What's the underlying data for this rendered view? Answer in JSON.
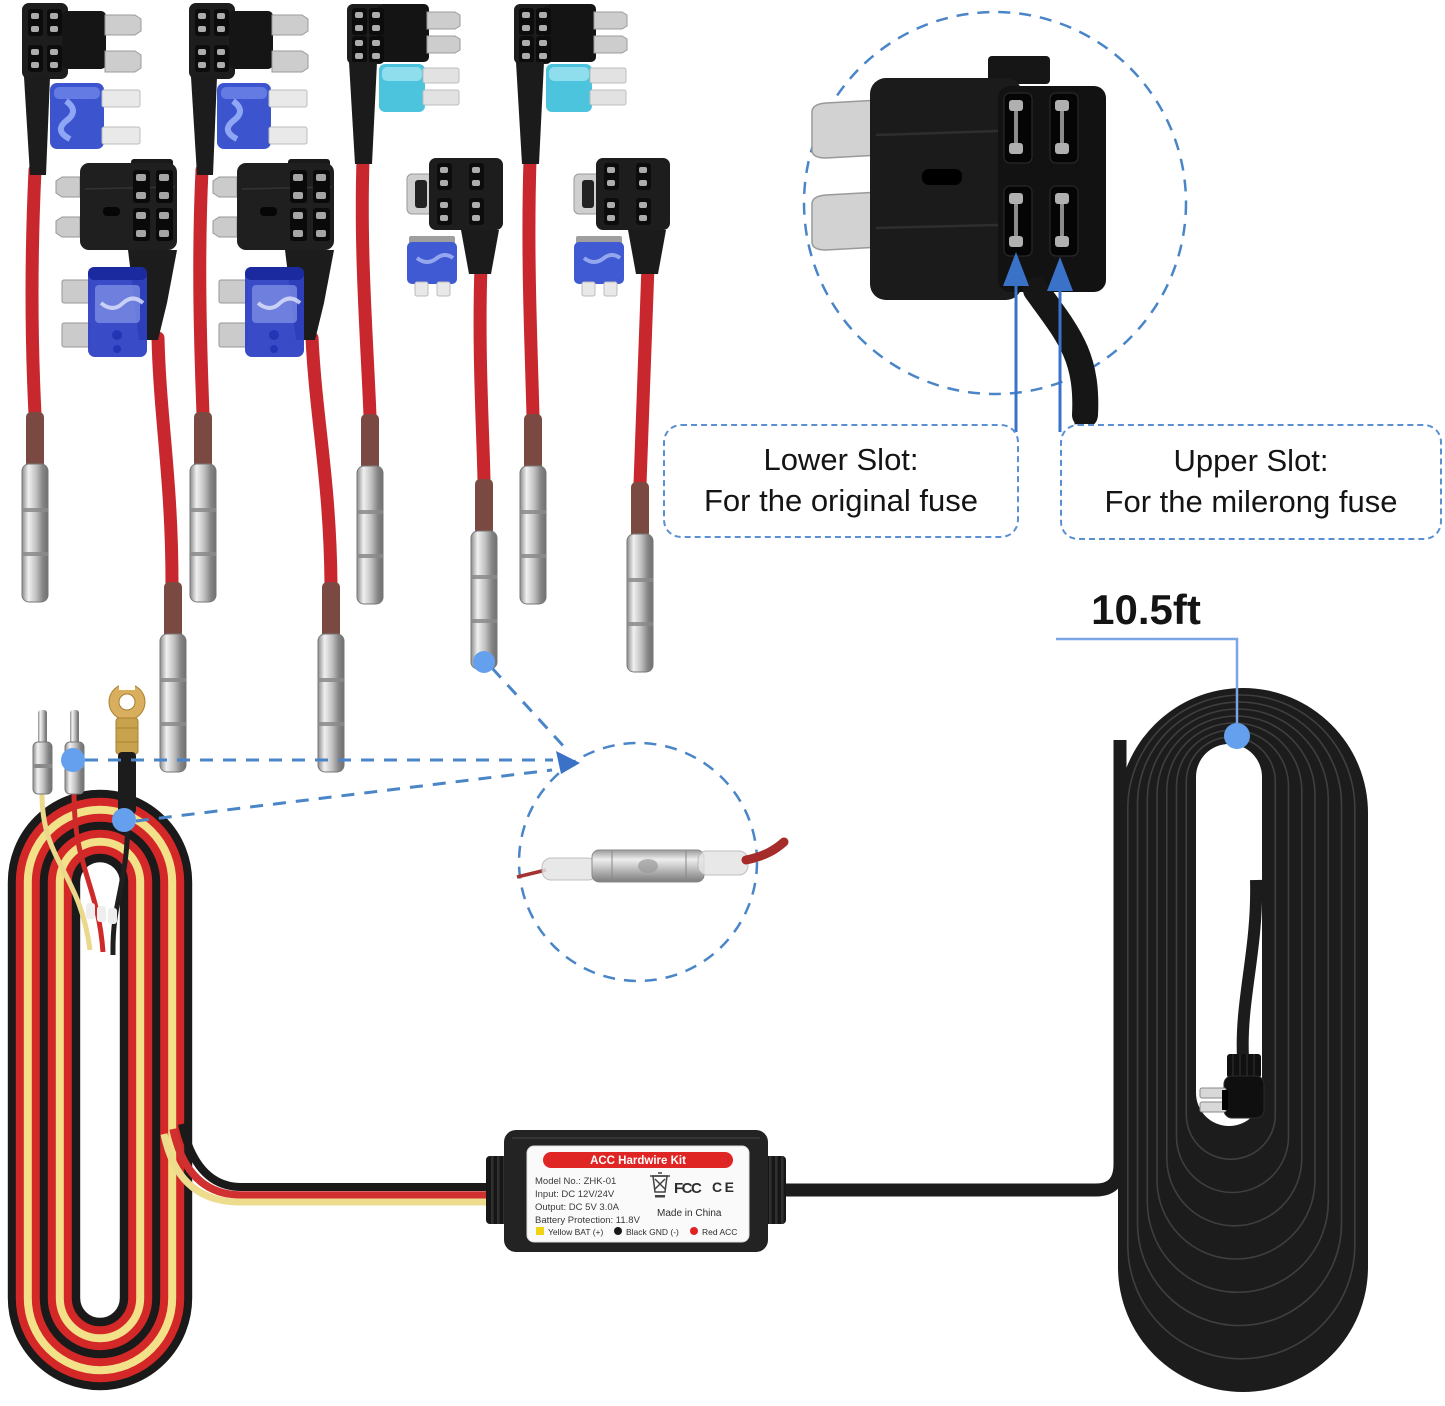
{
  "annotations": {
    "lower_slot_callout": {
      "line1": "Lower Slot:",
      "line2": "For the original fuse"
    },
    "upper_slot_callout": {
      "line1": "Upper Slot:",
      "line2": "For the milerong fuse"
    },
    "cable_length_label": "10.5ft"
  },
  "hardwire_box_label": {
    "title": "ACC Hardwire Kit",
    "spec_lines": [
      "Model No.: ZHK-01",
      "Input: DC 12V/24V",
      "Output: DC 5V 3.0A",
      "Battery Protection: 11.8V"
    ],
    "made_in": "Made in China",
    "fcc_mark": "FCC",
    "ce_mark": "CE",
    "wire_legend": [
      {
        "swatch_color": "#f0d414",
        "label": "Yellow BAT (+)"
      },
      {
        "swatch_color": "#1a1a1a",
        "label": "Black GND (-)"
      },
      {
        "swatch_color": "#e02222",
        "label": "Red ACC"
      }
    ],
    "title_bar_color": "#e02525"
  },
  "colors": {
    "annotation_blue": "#3a72c8",
    "leader_dash_blue": "#4a85c8",
    "marker_dot_blue": "#64a0ee",
    "wire_red": "#c8272d",
    "wire_yellow": "#eddc8e",
    "wire_black": "#1a1a1a",
    "mini_fuse_blue": "#3c55cf",
    "micro2_fuse_cyan": "#4cc4de",
    "ato_fuse_blue": "#2e41c4",
    "low_profile_fuse_blue": "#3f5ad2"
  }
}
